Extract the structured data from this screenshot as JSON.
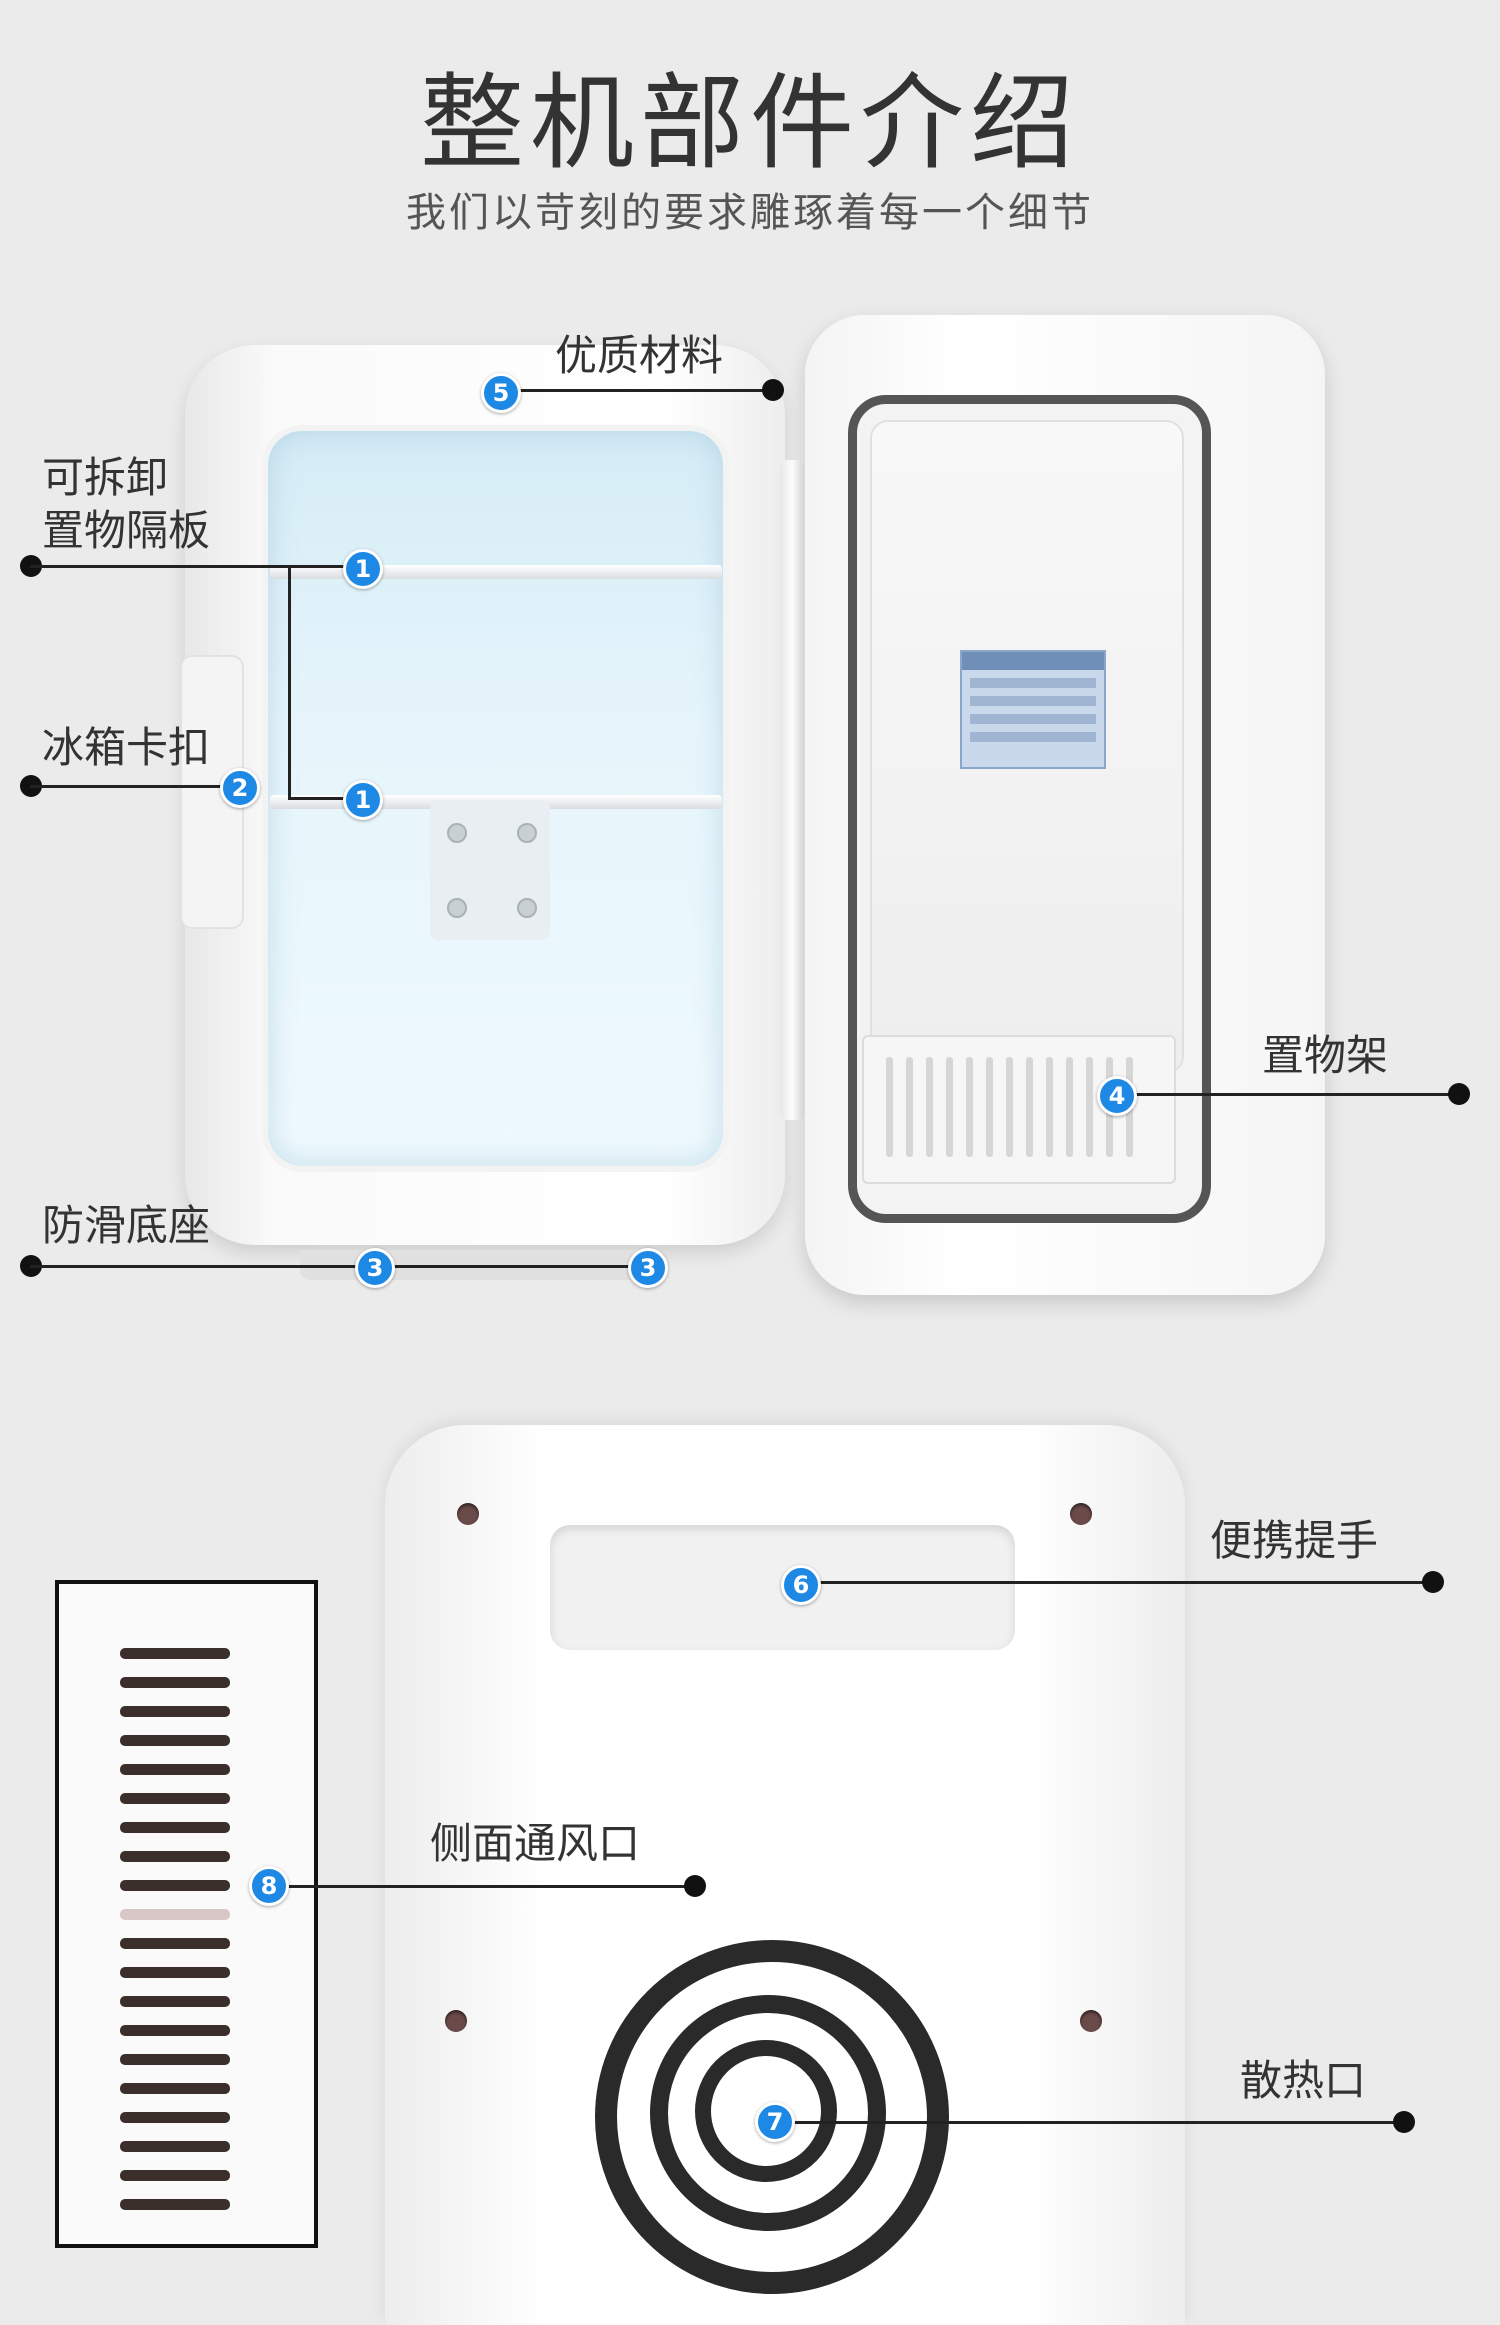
{
  "header": {
    "title": "整机部件介绍",
    "subtitle": "我们以苛刻的要求雕琢着每一个细节"
  },
  "callouts": {
    "c1": {
      "label": "可拆卸\n置物隔板",
      "badge": "1"
    },
    "c2": {
      "label": "冰箱卡扣",
      "badge": "2"
    },
    "c3": {
      "label": "防滑底座",
      "badge": "3"
    },
    "c4": {
      "label": "置物架",
      "badge": "4"
    },
    "c5": {
      "label": "优质材料",
      "badge": "5"
    },
    "c6": {
      "label": "便携提手",
      "badge": "6"
    },
    "c7": {
      "label": "散热口",
      "badge": "7"
    },
    "c8": {
      "label": "侧面通风口",
      "badge": "8"
    }
  },
  "colors": {
    "badge": "#1e88e5",
    "background": "#ebebeb",
    "text": "#333333"
  }
}
